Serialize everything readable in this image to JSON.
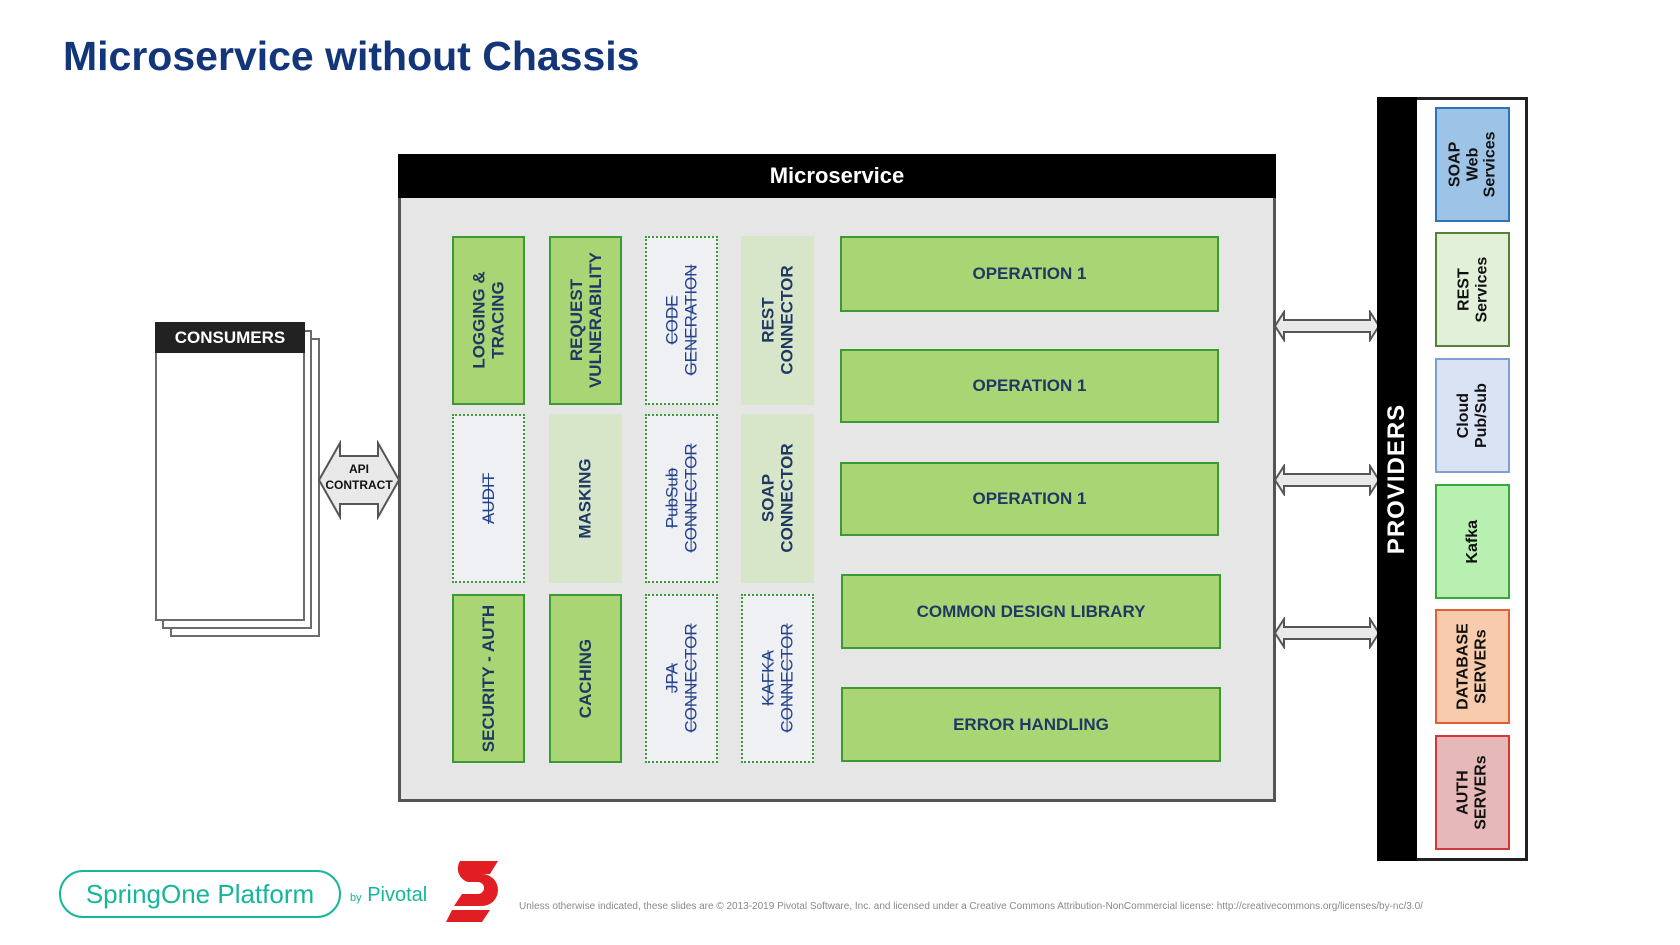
{
  "page": {
    "title": "Microservice without Chassis"
  },
  "consumers": {
    "label": "CONSUMERS"
  },
  "api_contract": {
    "line1": "API",
    "line2": "CONTRACT"
  },
  "microservice": {
    "header": "Microservice",
    "capabilities": [
      {
        "label": "LOGGING &\nTRACING",
        "style": "solid"
      },
      {
        "label": "REQUEST\nVULNERABILITY",
        "style": "solid"
      },
      {
        "label": "CODE\nGENERATION",
        "style": "dotted"
      },
      {
        "label": "REST\nCONNECTOR",
        "style": "light"
      },
      {
        "label": "AUDIT",
        "style": "dotted"
      },
      {
        "label": "MASKING",
        "style": "light"
      },
      {
        "label": "PubSub\nCONNECTOR",
        "style": "dotted"
      },
      {
        "label": "SOAP\nCONNECTOR",
        "style": "light"
      },
      {
        "label": "SECURITY - AUTH",
        "style": "solid"
      },
      {
        "label": "CACHING",
        "style": "solid"
      },
      {
        "label": "JPA\nCONNECTOR",
        "style": "dotted"
      },
      {
        "label": "KAFKA\nCONNECTOR",
        "style": "dotted"
      }
    ],
    "operations": [
      "OPERATION 1",
      "OPERATION 1",
      "OPERATION 1",
      "COMMON DESIGN LIBRARY",
      "ERROR HANDLING"
    ]
  },
  "providers": {
    "label": "PROVIDERS",
    "items": [
      {
        "label": "SOAP\nWeb\nServices",
        "color": "#9dc3e6",
        "border": "#2e75b6"
      },
      {
        "label": "REST\nServices",
        "color": "#e2efd9",
        "border": "#548235"
      },
      {
        "label": "Cloud\nPub/Sub",
        "color": "#dae3f3",
        "border": "#7f9fd0"
      },
      {
        "label": "Kafka",
        "color": "#b7f0b0",
        "border": "#38a838"
      },
      {
        "label": "DATABASE\nSERVERs",
        "color": "#f8cbad",
        "border": "#e0603a"
      },
      {
        "label": "AUTH\nSERVERs",
        "color": "#e6b9b8",
        "border": "#d0383a"
      }
    ]
  },
  "footer": {
    "brand": "SpringOne Platform",
    "by": "by",
    "by_company": "Pivotal",
    "notice": "Unless otherwise indicated, these slides are © 2013-2019 Pivotal Software, Inc. and licensed under a Creative Commons Attribution-NonCommercial license: http://creativecommons.org/licenses/by-nc/3.0/"
  },
  "colors": {
    "title": "#13357a",
    "capability_green": "#a9d574",
    "capability_border": "#3c9a34",
    "brand_teal": "#16b69a",
    "logo_red": "#e01e24"
  }
}
